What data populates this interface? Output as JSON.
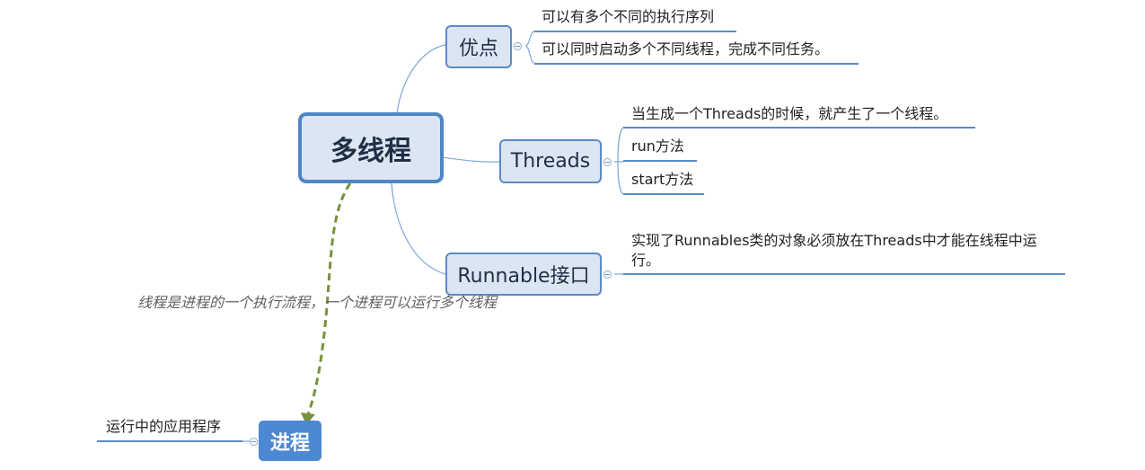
{
  "central": "多线程",
  "branches": {
    "advantage": {
      "label": "优点",
      "items": [
        "可以有多个不同的执行序列",
        "可以同时启动多个不同线程，完成不同任务。"
      ]
    },
    "threads": {
      "label": "Threads",
      "items": [
        "当生成一个Threads的时候，就产生了一个线程。",
        "run方法",
        "start方法"
      ]
    },
    "runnable": {
      "label": "Runnable接口",
      "items": [
        "实现了Runnables类的对象必须放在Threads中才能在线程中运行。"
      ]
    }
  },
  "process": {
    "label": "进程",
    "items": [
      "运行中的应用程序"
    ]
  },
  "relationship": {
    "label": "线程是进程的一个执行流程，一个进程可以运行多个线程"
  },
  "colors": {
    "node_fill": "#dce6f2",
    "node_border": "#5b8ac6",
    "process_fill": "#4d88d2",
    "relationship_line": "#76923c"
  }
}
